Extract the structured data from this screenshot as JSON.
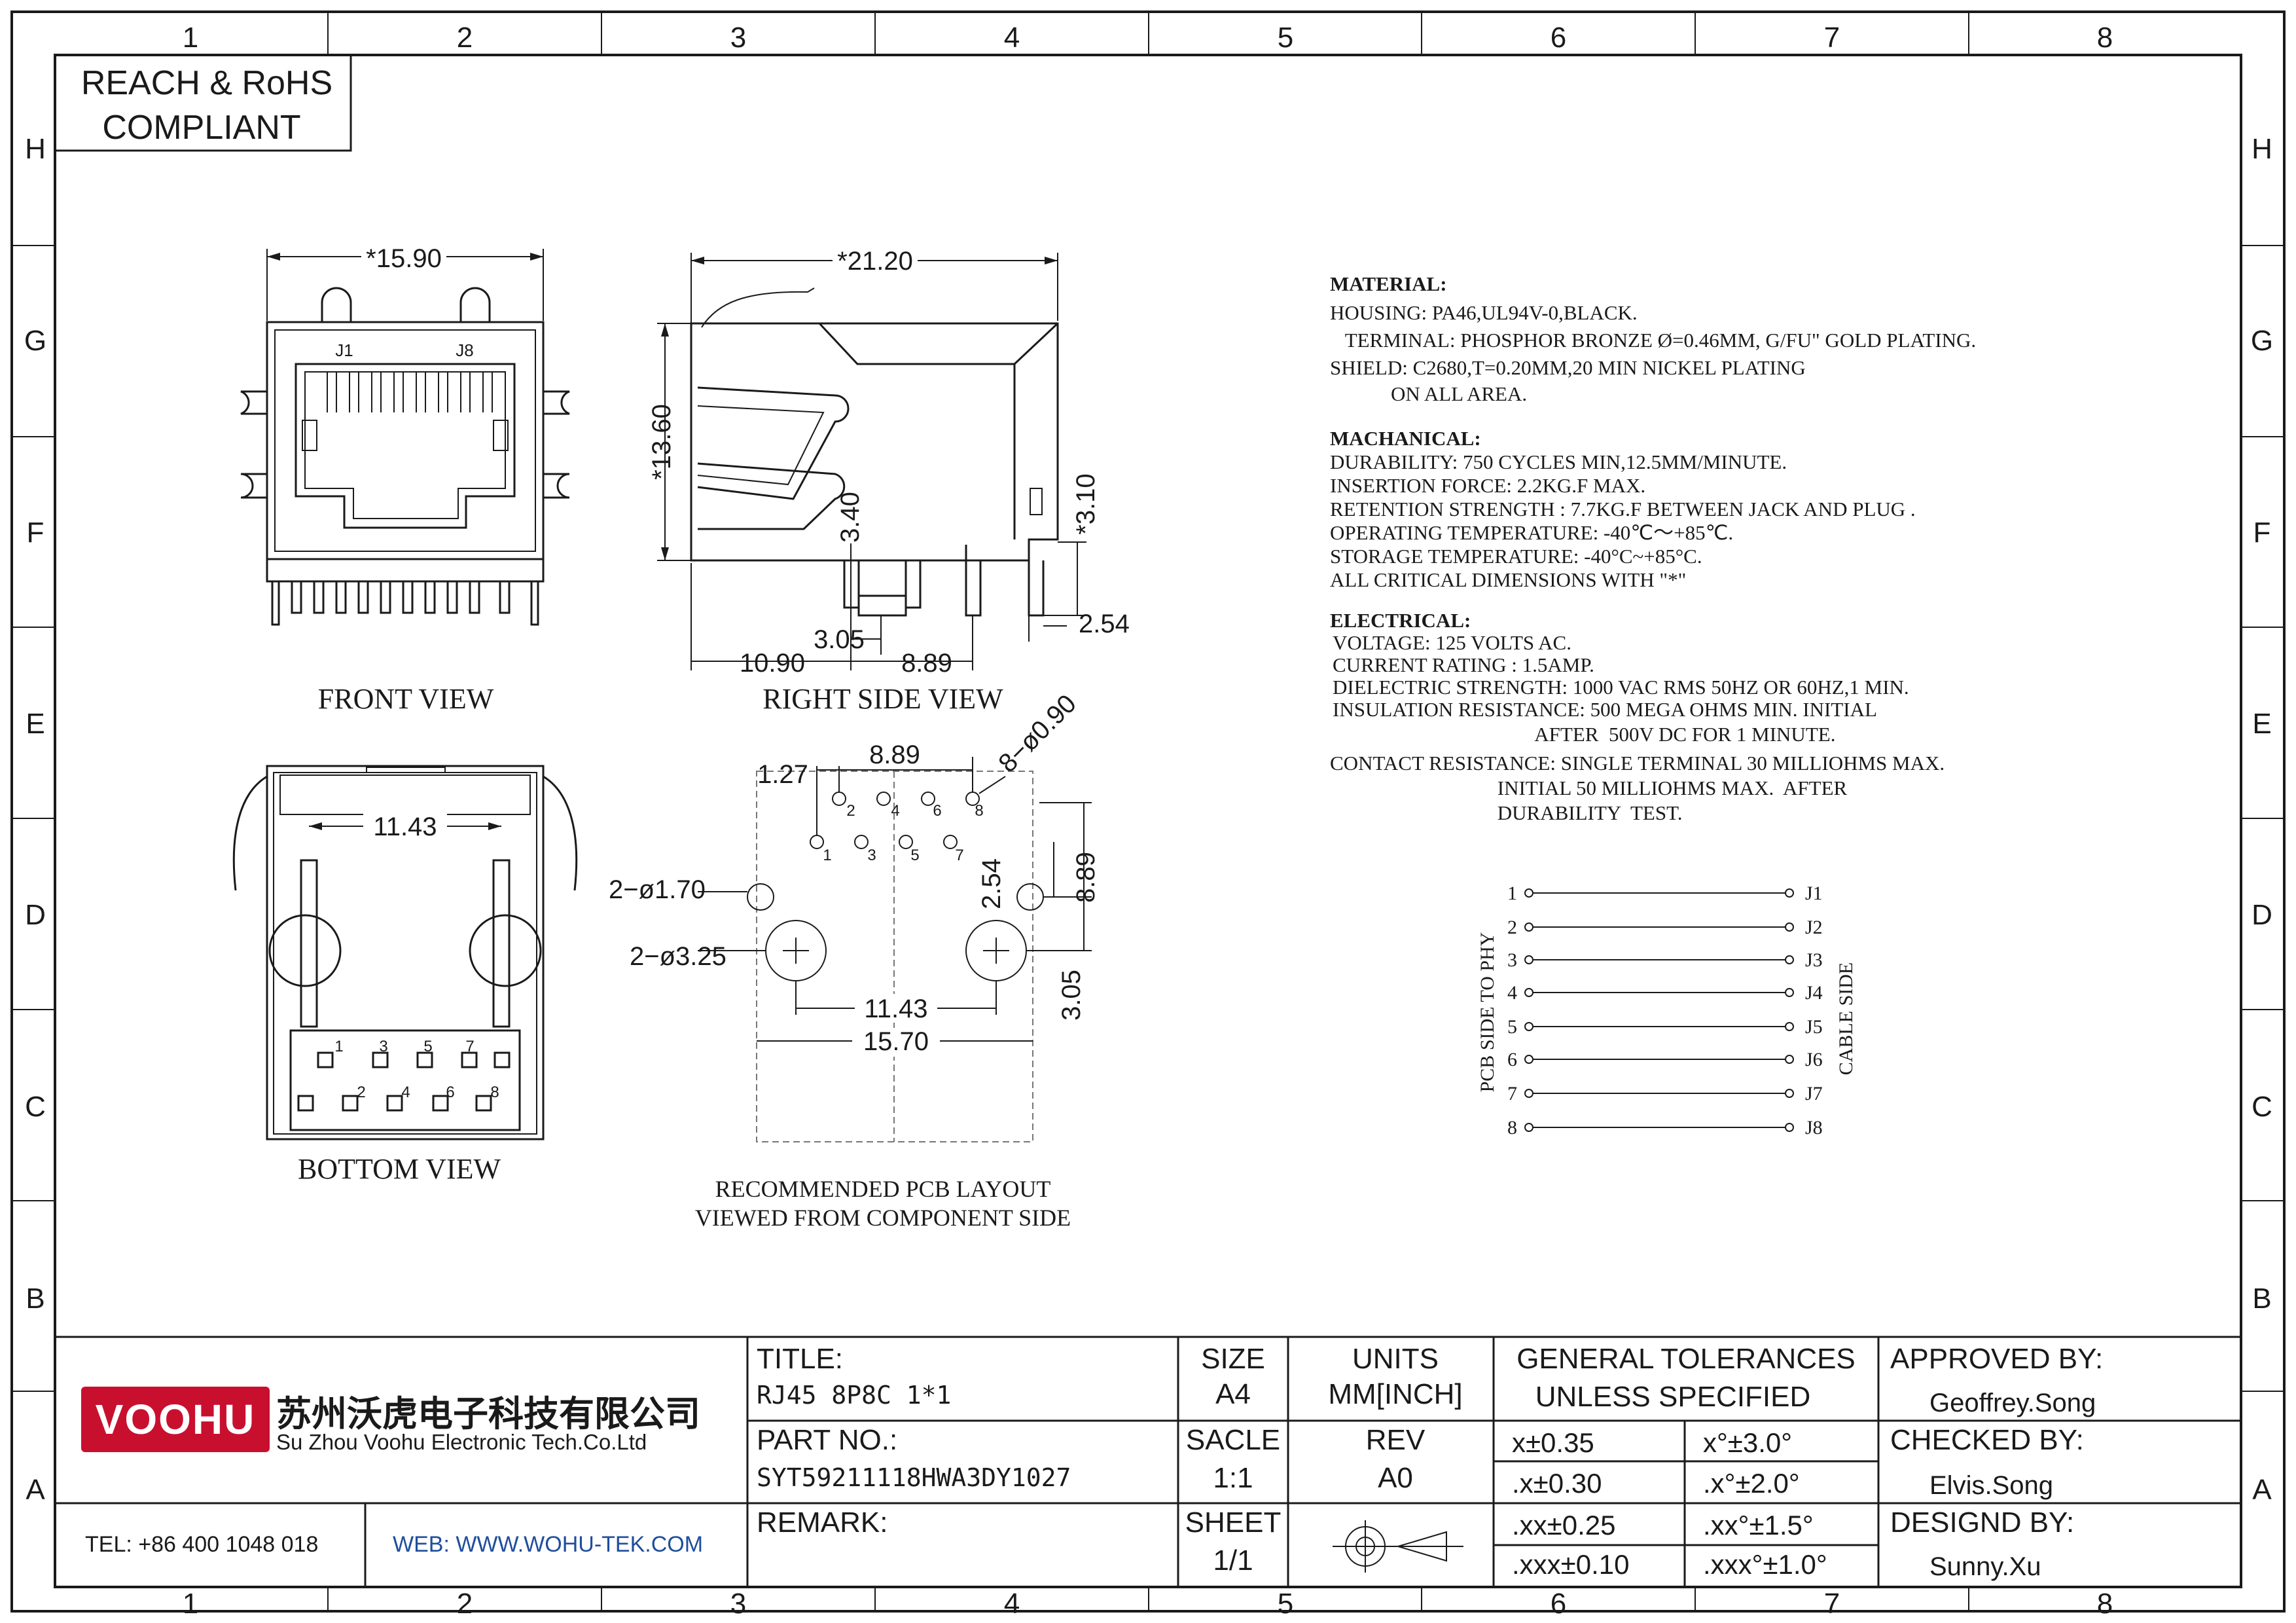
{
  "compliance": {
    "line1": "REACH & RoHS",
    "line2": "COMPLIANT"
  },
  "grid": {
    "columns": [
      "1",
      "2",
      "3",
      "4",
      "5",
      "6",
      "7",
      "8"
    ],
    "rows": [
      "H",
      "G",
      "F",
      "E",
      "D",
      "C",
      "B",
      "A"
    ]
  },
  "views": {
    "front": {
      "label": "FRONT VIEW",
      "width_dim": "*15.90",
      "j1": "J1",
      "j8": "J8"
    },
    "right": {
      "label": "RIGHT SIDE VIEW",
      "length_dim": "*21.20",
      "height_dim": "*13.60",
      "dim_340": "3.40",
      "dim_310": "*3.10",
      "dim_305": "3.05",
      "dim_1090": "10.90",
      "dim_889": "8.89",
      "dim_254": "2.54"
    },
    "bottom": {
      "label": "BOTTOM VIEW",
      "dim_1143": "11.43",
      "pins_top": [
        "1",
        "3",
        "5",
        "7"
      ],
      "pins_bottom": [
        "2",
        "4",
        "6",
        "8"
      ]
    },
    "pcb": {
      "label_line1": "RECOMMENDED PCB LAYOUT",
      "label_line2": "VIEWED FROM COMPONENT SIDE",
      "dim_127": "1.27",
      "dim_889_top": "8.89",
      "dim_hole090": "8−ø0.90",
      "dim_hole170": "2−ø1.70",
      "dim_hole325": "2−ø3.25",
      "dim_254": "2.54",
      "dim_889_right": "8.89",
      "dim_305": "3.05",
      "dim_1143": "11.43",
      "dim_1570": "15.70",
      "pins_top": [
        "2",
        "4",
        "6",
        "8"
      ],
      "pins_bottom": [
        "1",
        "3",
        "5",
        "7"
      ]
    }
  },
  "specs": {
    "material_head": "MATERIAL:",
    "material": [
      "HOUSING: PA46,UL94V-0,BLACK.",
      "   TERMINAL: PHOSPHOR BRONZE Ø=0.46MM, G/FU\" GOLD PLATING.",
      "SHIELD: C2680,T=0.20MM,20 MIN NICKEL PLATING",
      "            ON ALL AREA."
    ],
    "mechanical_head": "MACHANICAL:",
    "mechanical": [
      "DURABILITY: 750 CYCLES MIN,12.5MM/MINUTE.",
      "INSERTION FORCE: 2.2KG.F MAX.",
      "RETENTION STRENGTH : 7.7KG.F BETWEEN JACK AND PLUG .",
      "OPERATING TEMPERATURE: -40℃～+85℃.",
      "STORAGE TEMPERATURE:  -40°C~+85°C.",
      "ALL CRITICAL DIMENSIONS WITH \"*\""
    ],
    "electrical_head": "ELECTRICAL:",
    "electrical": [
      "VOLTAGE: 125 VOLTS AC.",
      "CURRENT RATING : 1.5AMP.",
      "DIELECTRIC STRENGTH: 1000 VAC RMS 50HZ OR 60HZ,1 MIN.",
      "INSULATION RESISTANCE: 500 MEGA OHMS MIN. INITIAL",
      "                                        AFTER  500V DC FOR 1 MINUTE.",
      "CONTACT RESISTANCE: SINGLE TERMINAL 30 MILLIOHMS MAX.",
      "                                 INITIAL 50 MILLIOHMS MAX.  AFTER",
      "                                 DURABILITY  TEST."
    ]
  },
  "schematic": {
    "left_label": "PCB SIDE TO PHY",
    "right_label": "CABLE SIDE",
    "left_pins": [
      "1",
      "2",
      "3",
      "4",
      "5",
      "6",
      "7",
      "8"
    ],
    "right_pins": [
      "J1",
      "J2",
      "J3",
      "J4",
      "J5",
      "J6",
      "J7",
      "J8"
    ]
  },
  "titleblock": {
    "logo_text": "VOOHU",
    "company_cn": "苏州沃虎电子科技有限公司",
    "company_en": "Su Zhou Voohu Electronic Tech.Co.Ltd",
    "tel": "TEL: +86 400 1048 018",
    "web": "WEB: WWW.WOHU-TEK.COM",
    "title_label": "TITLE:",
    "title_value": "RJ45  8P8C  1*1",
    "part_label": "PART NO.:",
    "part_value": "SYT59211118HWA3DY1027",
    "remark_label": "REMARK:",
    "size_label": "SIZE",
    "size_value": "A4",
    "units_label": "UNITS",
    "units_value": "MM[INCH]",
    "scale_label": "SACLE",
    "scale_value": "1:1",
    "rev_label": "REV",
    "rev_value": "A0",
    "sheet_label": "SHEET",
    "sheet_value": "1/1",
    "tol_line1": "GENERAL TOLERANCES",
    "tol_line2": "UNLESS SPECIFIED",
    "tol_linear": [
      "x±0.35",
      ".x±0.30",
      ".xx±0.25",
      ".xxx±0.10"
    ],
    "tol_angular": [
      "x°±3.0°",
      ".x°±2.0°",
      ".xx°±1.5°",
      ".xxx°±1.0°"
    ],
    "approved_label": "APPROVED BY:",
    "approved_value": "Geoffrey.Song",
    "checked_label": "CHECKED BY:",
    "checked_value": "Elvis.Song",
    "designed_label": "DESIGND BY:",
    "designed_value": "Sunny.Xu"
  },
  "colors": {
    "brand_red": "#c8102e",
    "web_blue": "#1f4e9c",
    "ink": "#1a1a1a"
  }
}
